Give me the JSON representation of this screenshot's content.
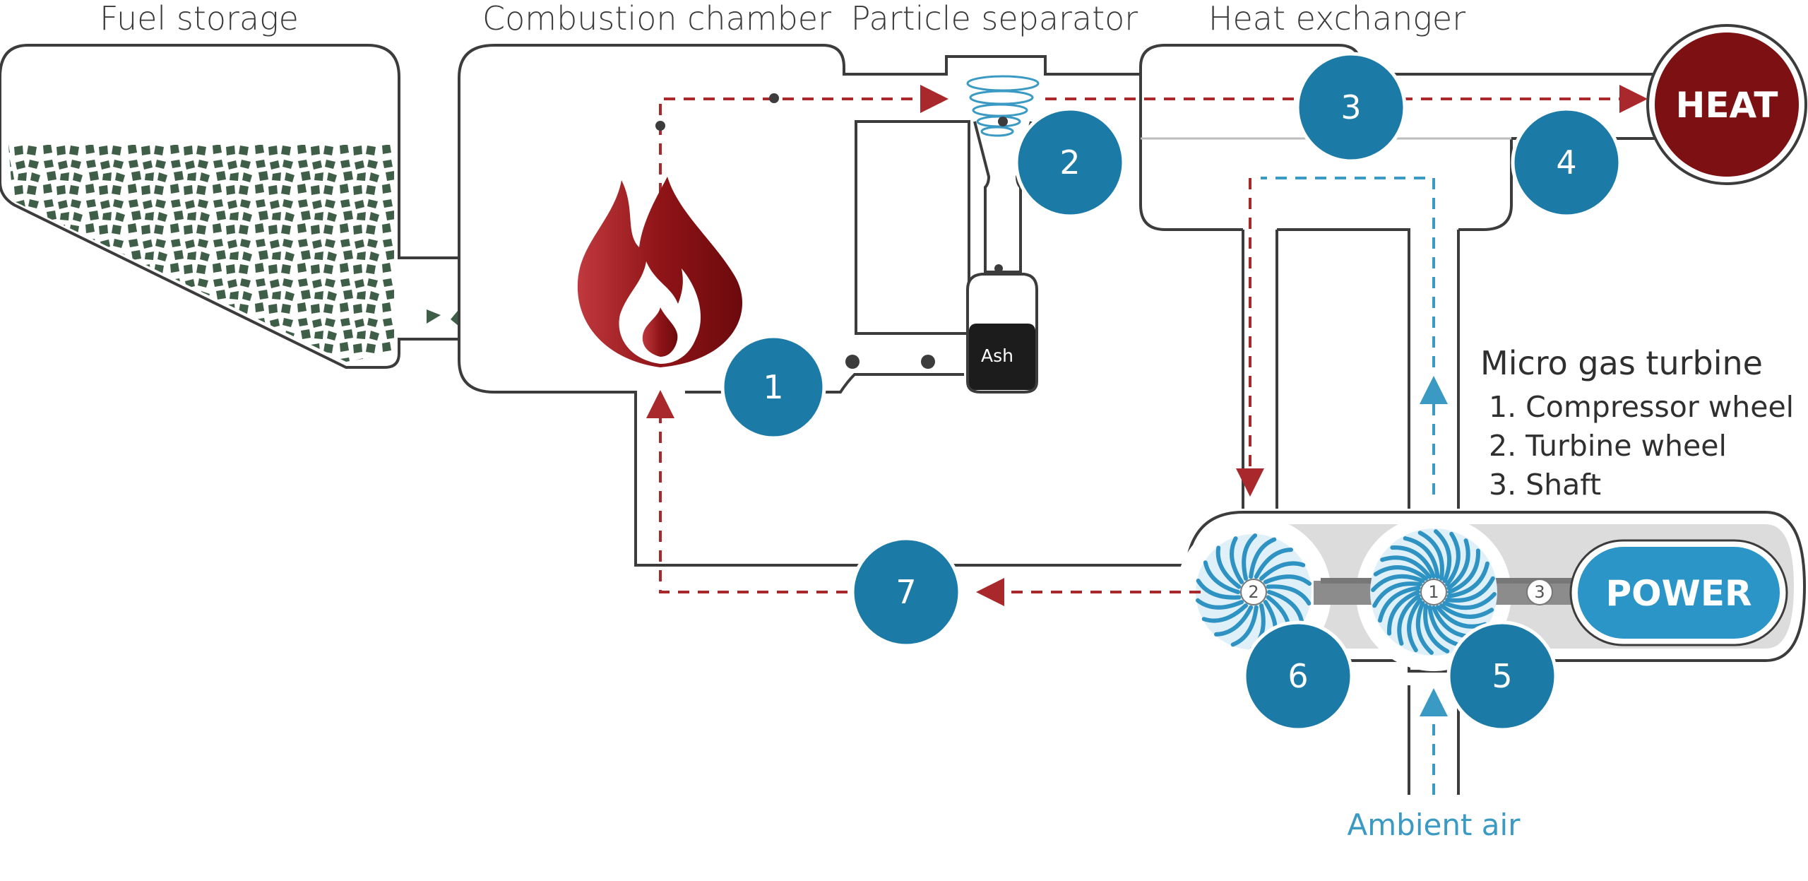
{
  "labels": {
    "fuel_storage": "Fuel storage",
    "combustion_chamber": "Combustion chamber",
    "particle_separator": "Particle separator",
    "heat_exchanger": "Heat exchanger",
    "ash": "Ash",
    "heat": "HEAT",
    "power": "POWER",
    "ambient_air": "Ambient air"
  },
  "legend": {
    "title": "Micro gas turbine",
    "items": [
      "1. Compressor wheel",
      "2. Turbine wheel",
      "3. Shaft"
    ]
  },
  "step_badges": [
    "1",
    "2",
    "3",
    "4",
    "5",
    "6",
    "7"
  ],
  "hub_labels": {
    "turbine": "2",
    "compressor": "1",
    "shaft": "3"
  },
  "colors": {
    "badge_blue": "#1b7aa6",
    "heat_red": "#7d1012",
    "flow_red": "#a8282b",
    "flow_blue": "#3a9ac4",
    "pipe_outline": "#3c3c3c",
    "fuel_green": "#3f5e47",
    "power_blue": "#2a95c6",
    "shaft_gray": "#dcdcdc"
  }
}
